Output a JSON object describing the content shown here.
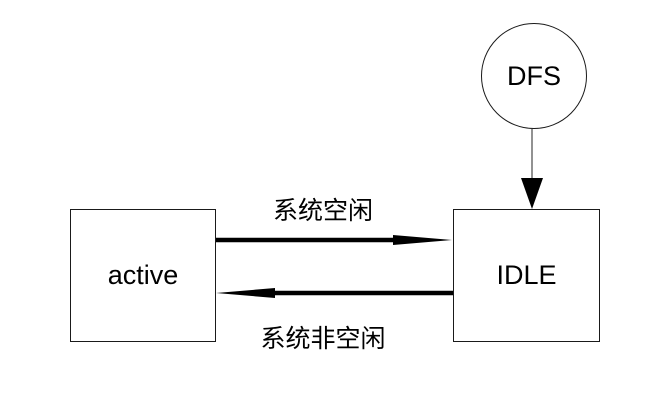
{
  "diagram": {
    "nodes": {
      "dfs": {
        "label": "DFS",
        "shape": "circle"
      },
      "active": {
        "label": "active",
        "shape": "rect"
      },
      "idle": {
        "label": "IDLE",
        "shape": "rect"
      }
    },
    "edges": {
      "active_to_idle": {
        "label": "系统空闲",
        "direction": "right",
        "style": "thick-black"
      },
      "idle_to_active": {
        "label": "系统非空闲",
        "direction": "left",
        "style": "thick-black"
      },
      "dfs_to_idle": {
        "direction": "down",
        "style": "thin-gray"
      }
    },
    "colors": {
      "background": "#ffffff",
      "node_border": "#1a1a1a",
      "arrow": "#000000",
      "connector": "#6e6e6e",
      "text": "#000000"
    }
  }
}
